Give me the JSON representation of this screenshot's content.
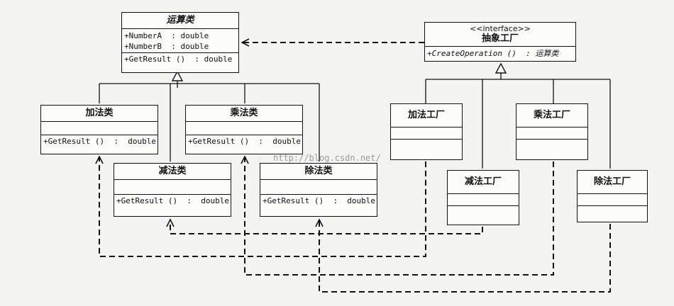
{
  "classes": {
    "operation": {
      "name": "运算类",
      "attrs": [
        "+NumberA  : double",
        "+NumberB  : double"
      ],
      "method": "+GetResult ()  : double"
    },
    "add": {
      "name": "加法类",
      "method": "+GetResult ()  :  double"
    },
    "mul": {
      "name": "乘法类",
      "method": "+GetResult ()  :  double"
    },
    "sub": {
      "name": "减法类",
      "method": "+GetResult ()  :  double"
    },
    "div": {
      "name": "除法类",
      "method": "+GetResult ()  :  double"
    }
  },
  "factories": {
    "abstract": {
      "stereotype": "<<interface>>",
      "name": "抽象工厂",
      "method": "+CreateOperation ()  : 运算类"
    },
    "add": {
      "name": "加法工厂"
    },
    "mul": {
      "name": "乘法工厂"
    },
    "sub": {
      "name": "减法工厂"
    },
    "div": {
      "name": "除法工厂"
    }
  },
  "watermark": "http://blog.csdn.net/"
}
